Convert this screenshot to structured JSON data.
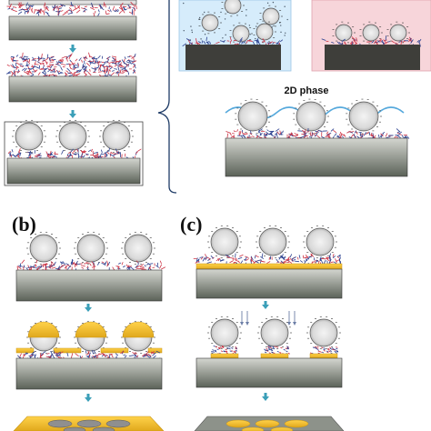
{
  "labels": {
    "panel_b": "(b)",
    "panel_c": "(c)",
    "phase_2d": "2D phase"
  },
  "colors": {
    "background": "#ffffff",
    "substrate_top": "#d4d6d0",
    "substrate_bottom": "#5b6258",
    "dark_substrate": "#3e3e3a",
    "arrow": "#3b9fb8",
    "gold": "#f2c12e",
    "gold_dark": "#c89412",
    "sphere_fill": "#e3e3e3",
    "sphere_stroke": "#555555",
    "polymer_red": "#cc3344",
    "polymer_blue": "#2a3f8f",
    "inset_blue_bg": "#d6ecfb",
    "inset_pink_bg": "#f7d5da",
    "wave": "#56a9dc",
    "bracket": "#1e3b66"
  }
}
